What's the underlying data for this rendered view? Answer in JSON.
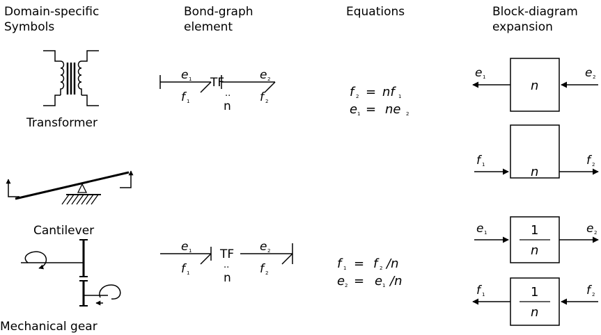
{
  "headers": {
    "symbols": "Domain-specific\nSymbols",
    "bondgraph": "Bond-graph\nelement",
    "equations": "Equations",
    "blockdiagram": "Block-diagram\nexpansion"
  },
  "symbols": {
    "transformer": "Transformer",
    "cantilever": "Cantilever",
    "gear": "Mechanical gear"
  },
  "bond_top": {
    "e1": "e",
    "f1": "f",
    "e2": "e",
    "f2": "f",
    "sub1": "1",
    "sub2": "2",
    "tf": "TF",
    "dots": "..",
    "n": "n"
  },
  "bond_bottom": {
    "e1": "e",
    "f1": "f",
    "e2": "e",
    "f2": "f",
    "sub1": "1",
    "sub2": "2",
    "tf": "TF",
    "dots": "..",
    "n": "n"
  },
  "equations_top": {
    "line1": {
      "lhs": "f",
      "lhs_sub": "2",
      "eq": "=",
      "rhs": "nf",
      "rhs_sub": "1"
    },
    "line2": {
      "lhs": "e",
      "lhs_sub": "1",
      "eq": "=",
      "rhs": "ne",
      "rhs_sub": "2"
    }
  },
  "equations_bottom": {
    "line1": {
      "lhs": "f",
      "lhs_sub": "1",
      "eq": "=",
      "rhs": "f",
      "rhs_sub": "2",
      "rhs_tail": "/n"
    },
    "line2": {
      "lhs": "e",
      "lhs_sub": "2",
      "eq": "=",
      "rhs": "e",
      "rhs_sub": "1",
      "rhs_tail": "/n"
    }
  },
  "blocks": {
    "b1": {
      "in_label": "e",
      "in_sub": "2",
      "out_label": "e",
      "out_sub": "1",
      "gain": "n"
    },
    "b2": {
      "in_label": "f",
      "in_sub": "1",
      "out_label": "f",
      "out_sub": "2",
      "gain": "n"
    },
    "b3": {
      "in_label": "e",
      "in_sub": "1",
      "out_label": "e",
      "out_sub": "2",
      "num": "1",
      "den": "n"
    },
    "b4": {
      "in_label": "f",
      "in_sub": "2",
      "out_label": "f",
      "out_sub": "1",
      "num": "1",
      "den": "n"
    }
  }
}
